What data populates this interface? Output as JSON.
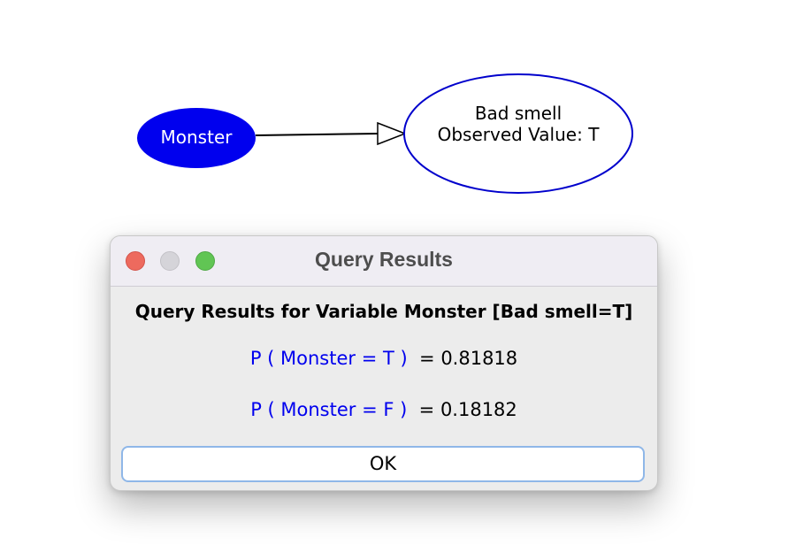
{
  "graph": {
    "nodes": [
      {
        "id": "monster",
        "label": "Monster",
        "fill": "#0000ee",
        "text_color": "#ffffff"
      },
      {
        "id": "bad_smell",
        "label": "Bad smell",
        "observed": "Observed Value: T",
        "fill": "#ffffff",
        "stroke": "#0000cc"
      }
    ],
    "edges": [
      {
        "from": "monster",
        "to": "bad_smell"
      }
    ]
  },
  "dialog": {
    "title": "Query Results",
    "heading": "Query Results for Variable Monster [Bad smell=T]",
    "results": [
      {
        "expression": "P ( Monster = T )",
        "equals": "= 0.81818"
      },
      {
        "expression": "P ( Monster = F )",
        "equals": "= 0.18182"
      }
    ],
    "ok_label": "OK"
  },
  "colors": {
    "link_blue": "#0000ee",
    "close": "#ed6a5e",
    "minimize": "#d5d4d9",
    "zoom": "#61c554",
    "button_focus": "#8fb7e8"
  }
}
